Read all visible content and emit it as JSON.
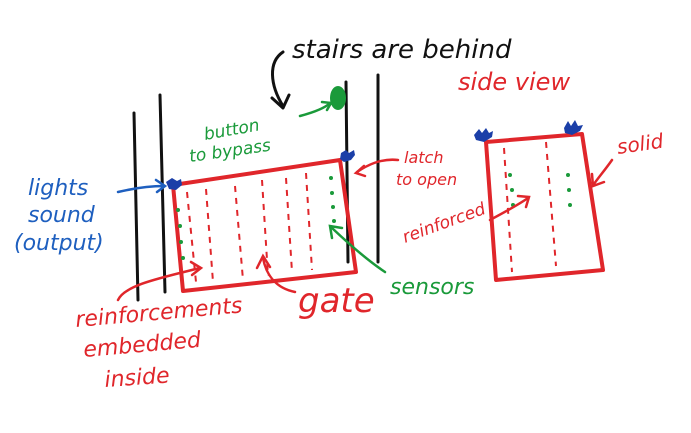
{
  "colors": {
    "black": "#111111",
    "red": "#e0262b",
    "blue": "#1e5fbf",
    "green": "#1a9a3a",
    "dark_blue": "#1b3fa8"
  },
  "labels": {
    "stairs": "stairs are behind",
    "button_line1": "button",
    "button_line2": "to bypass",
    "latch_line1": "latch",
    "latch_line2": "to open",
    "lights_line1": "lights",
    "lights_line2": "sound",
    "lights_line3": "(output)",
    "sensors": "sensors",
    "gate": "gate",
    "reinf_line1": "reinforcements",
    "reinf_line2": "embedded",
    "reinf_line3": "inside",
    "side_view": "side view",
    "solid": "solid",
    "reinforced": "reinforced"
  },
  "icons": {
    "button": "green-button-icon",
    "latch": "latch-icon",
    "light_left": "light-output-icon"
  }
}
